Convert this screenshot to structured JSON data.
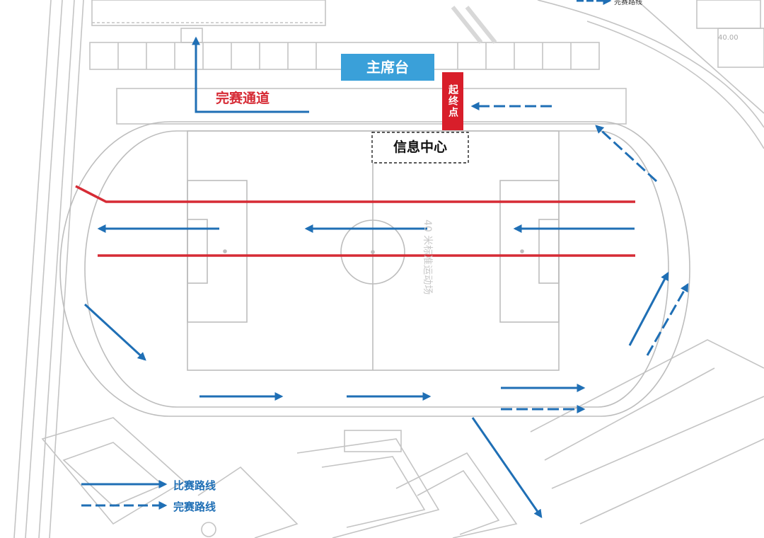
{
  "labels": {
    "main_stand": "主席台",
    "finish_lane": "完赛通道",
    "start_finish": "起终点",
    "info_center": "信息中心",
    "field_text": "40 米标准运动场",
    "top_legend": "完赛路线",
    "map_number": "40.00"
  },
  "legend": {
    "race_route": "比赛路线",
    "finish_route": "完赛路线"
  },
  "colors": {
    "route_blue": "#1f6fb5",
    "lane_red": "#d62b35",
    "stand_blue": "#3aa0d9",
    "marker_red": "#d81e2a",
    "base_gray": "#b9b9b9"
  }
}
